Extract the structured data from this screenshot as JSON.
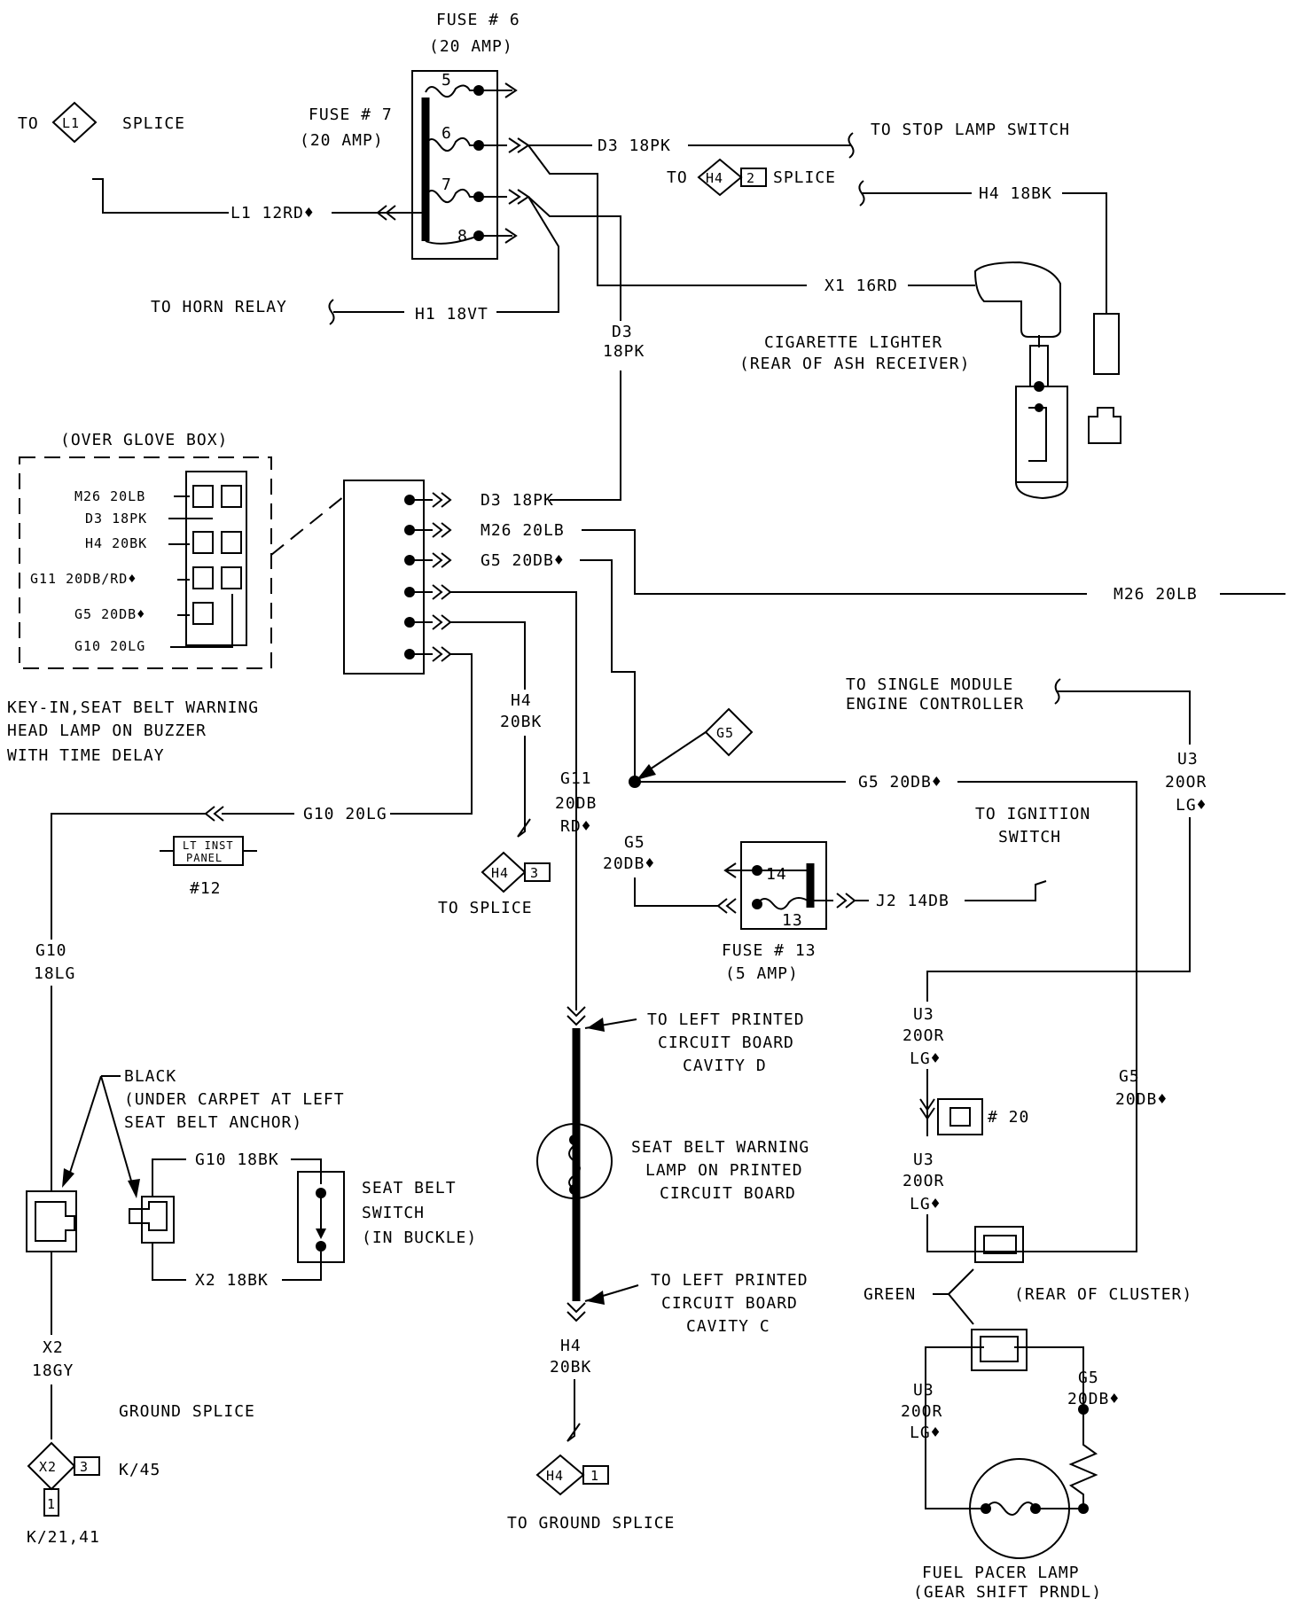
{
  "fuses": {
    "fuse6": {
      "title": "FUSE # 6",
      "rating": "(20 AMP)"
    },
    "fuse7": {
      "title": "FUSE # 7",
      "rating": "(20 AMP)"
    },
    "fuse13": {
      "title": "FUSE # 13",
      "rating": "(5 AMP)"
    },
    "terminals": [
      "5",
      "6",
      "7",
      "8",
      "14",
      "13"
    ]
  },
  "splices": {
    "l1": {
      "prefix": "TO",
      "id": "L1",
      "suffix": "SPLICE"
    },
    "h4_2": {
      "prefix": "TO",
      "id": "H4",
      "num": "2",
      "suffix": "SPLICE"
    },
    "g5": {
      "id": "G5"
    },
    "h4_3": {
      "id": "H4",
      "num": "3",
      "caption": "TO  SPLICE"
    },
    "h4_1": {
      "id": "H4",
      "num": "1",
      "caption": "TO GROUND SPLICE"
    },
    "x2_3": {
      "id": "X2",
      "num": "3",
      "ref": "K/45",
      "bottom": "1",
      "ref2": "K/21,41"
    }
  },
  "destinations": {
    "stop_lamp": "TO STOP LAMP SWITCH",
    "horn_relay": "TO HORN RELAY",
    "smec_1": "TO SINGLE MODULE",
    "smec_2": "ENGINE CONTROLLER",
    "ign_1": "TO IGNITION",
    "ign_2": "SWITCH",
    "lpcb_d_1": "TO LEFT PRINTED",
    "lpcb_d_2": "CIRCUIT BOARD",
    "lpcb_d_3": "CAVITY D",
    "lpcb_c_1": "TO LEFT PRINTED",
    "lpcb_c_2": "CIRCUIT BOARD",
    "lpcb_c_3": "CAVITY C"
  },
  "wires": {
    "d3_top": "D3 18PK",
    "h4_18bk": "H4  18BK",
    "l1_12rd": "L1  12RD♦",
    "x1_16rd": "X1  16RD",
    "h1_18vt": "H1  18VT",
    "d3_vert_1": "D3",
    "d3_vert_2": "18PK",
    "d3_mod": "D3  18PK",
    "m26_mod": "M26  20LB",
    "g5_mod": "G5  20DB♦",
    "m26_right": "M26  20LB",
    "h4_20bk_1": "H4",
    "h4_20bk_2": "20BK",
    "g11_1": "G11",
    "g11_2": "20DB",
    "g11_3": "RD♦",
    "g5_v1": "G5",
    "g5_v2": "20DB♦",
    "g5_horiz": "G5  20DB♦",
    "u3_a1": "U3",
    "u3_a2": "20OR",
    "u3_a3": "LG♦",
    "g10_20lg": "G10  20LG",
    "g10_v1": "G10",
    "g10_v2": "18LG",
    "j2_14db": "J2  14DB",
    "u3_b1": "U3",
    "u3_b2": "20OR",
    "u3_b3": "LG♦",
    "u3_c1": "U3",
    "u3_c2": "20OR",
    "u3_c3": "LG♦",
    "g5_right_1": "G5",
    "g5_right_2": "20DB♦",
    "g10_18bk": "G10  18BK",
    "x2_18bk": "X2  18BK",
    "x2_v1": "X2",
    "x2_v2": "18GY",
    "h4_bot_1": "H4",
    "h4_bot_2": "20BK",
    "u3_d1": "U3",
    "u3_d2": "20OR",
    "u3_d3": "LG♦",
    "g5_d1": "G5",
    "g5_d2": "20DB♦"
  },
  "connector_box": {
    "title": "(OVER GLOVE BOX)",
    "pins": [
      "M26 20LB",
      "D3  18PK",
      "H4  20BK",
      "G11  20DB/RD♦",
      "G5  20DB♦",
      "G10  20LG"
    ]
  },
  "components": {
    "cig_1": "CIGARETTE LIGHTER",
    "cig_2": "(REAR OF ASH RECEIVER)",
    "buzzer_1": "KEY-IN,SEAT BELT WARNING",
    "buzzer_2": "HEAD LAMP ON BUZZER",
    "buzzer_3": "WITH TIME DELAY",
    "lt_inst_1": "LT INST",
    "lt_inst_2": "PANEL",
    "lt_inst_num": "#12",
    "conn20": "# 20",
    "sbw_1": "SEAT BELT WARNING",
    "sbw_2": "LAMP ON PRINTED",
    "sbw_3": "CIRCUIT BOARD",
    "black_1": "BLACK",
    "black_2": "(UNDER CARPET AT LEFT",
    "black_3": "SEAT BELT ANCHOR)",
    "sbs_1": "SEAT BELT",
    "sbs_2": "SWITCH",
    "sbs_3": "(IN BUCKLE)",
    "ground_splice": "GROUND SPLICE",
    "green": "GREEN",
    "cluster": "(REAR OF CLUSTER)",
    "fpl_1": "FUEL PACER LAMP",
    "fpl_2": "(GEAR SHIFT PRNDL)"
  }
}
